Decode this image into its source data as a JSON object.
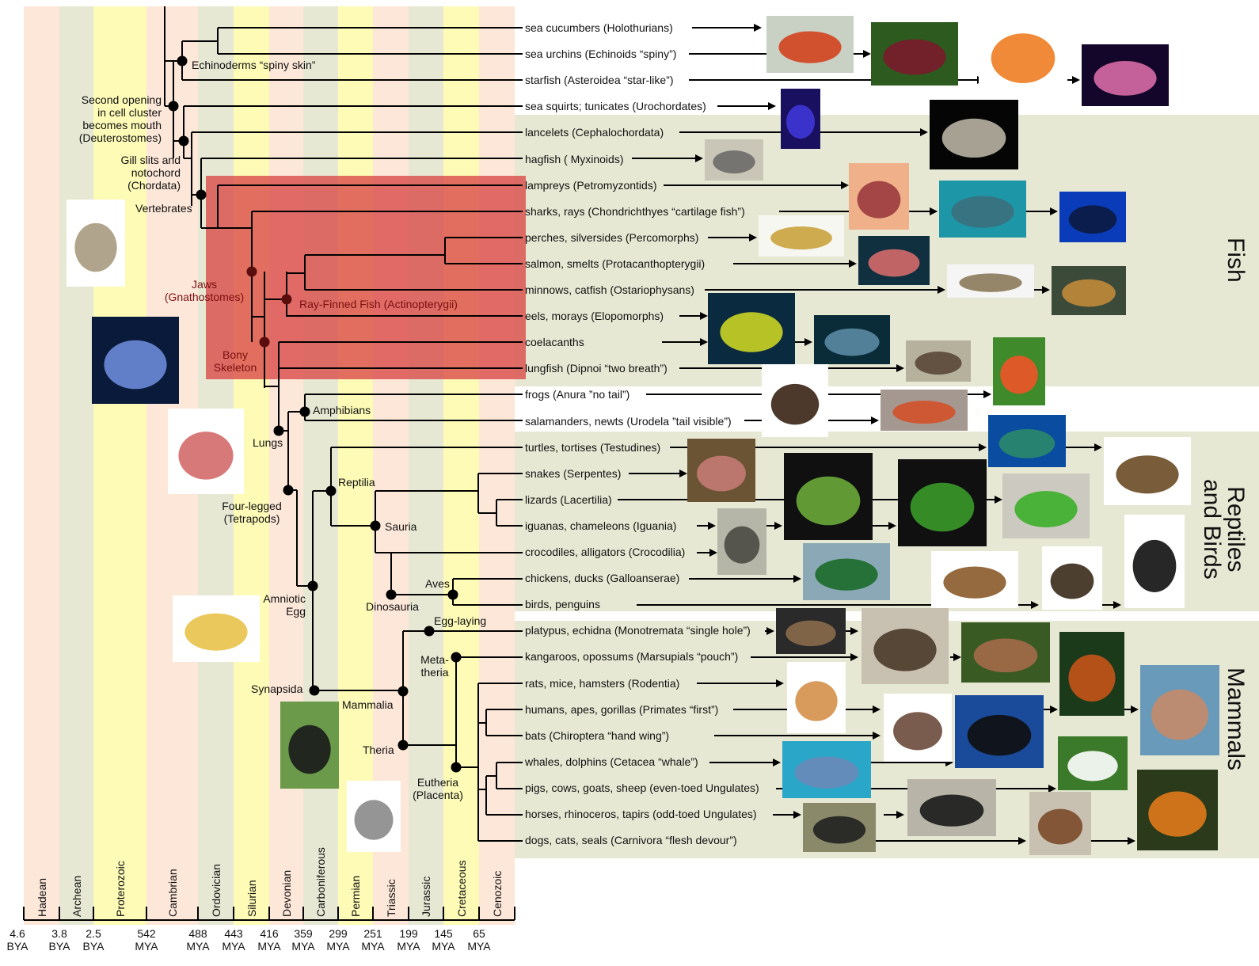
{
  "colors": {
    "band_peach": "#fde7d9",
    "band_sage": "#e6e8d3",
    "band_yellow": "#fdfbb6",
    "highlight": "#d9534f",
    "group_bg": "#e6e8d3",
    "line": "#000000"
  },
  "eras": [
    {
      "name": "Hadean",
      "tick": "4.6",
      "unit": "BYA"
    },
    {
      "name": "Archean",
      "tick": "3.8",
      "unit": "BYA"
    },
    {
      "name": "Proterozoic",
      "tick": "2.5",
      "unit": "BYA"
    },
    {
      "name": "Cambrian",
      "tick": "542",
      "unit": "MYA"
    },
    {
      "name": "Ordovician",
      "tick": "488",
      "unit": "MYA"
    },
    {
      "name": "Silurian",
      "tick": "443",
      "unit": "MYA"
    },
    {
      "name": "Devonian",
      "tick": "416",
      "unit": "MYA"
    },
    {
      "name": "Carboniferous",
      "tick": "359",
      "unit": "MYA"
    },
    {
      "name": "Permian",
      "tick": "299",
      "unit": "MYA"
    },
    {
      "name": "Triassic",
      "tick": "251",
      "unit": "MYA"
    },
    {
      "name": "Jurassic",
      "tick": "199",
      "unit": "MYA"
    },
    {
      "name": "Cretaceous",
      "tick": "145",
      "unit": "MYA"
    },
    {
      "name": "Cenozoic",
      "tick": "65",
      "unit": "MYA"
    }
  ],
  "taxa": [
    "sea cucumbers (Holothurians)",
    "sea urchins (Echinoids “spiny”)",
    "starfish (Asteroidea “star-like”)",
    "sea squirts; tunicates (Urochordates)",
    "lancelets (Cephalochordata)",
    "hagfish ( Myxinoids)",
    "lampreys (Petromyzontids)",
    "sharks, rays (Chondrichthyes “cartilage fish”)",
    "perches, silversides (Percomorphs)",
    "salmon, smelts (Protacanthopterygii)",
    "minnows, catfish (Ostariophysans)",
    "eels, morays (Elopomorphs)",
    "coelacanths",
    "lungfish (Dipnoi “two breath”)",
    "frogs (Anura ”no tail”)",
    "salamanders, newts (Urodela ”tail visible”)",
    "turtles, tortises (Testudines)",
    "snakes (Serpentes)",
    "lizards (Lacertilia)",
    "iguanas, chameleons (Iguania)",
    "crocodiles, alligators (Crocodilia)",
    "chickens, ducks (Galloanserae)",
    "birds, penguins",
    "platypus, echidna (Monotremata “single hole”)",
    "kangaroos, opossums (Marsupials “pouch”)",
    "rats, mice, hamsters (Rodentia)",
    "humans, apes, gorillas (Primates “first”)",
    "bats (Chiroptera “hand wing”)",
    "whales, dolphins (Cetacea “whale”)",
    "pigs, cows, goats, sheep (even-toed Ungulates)",
    "horses, rhinoceros, tapirs (odd-toed Ungulates)",
    "dogs, cats, seals (Carnivora “flesh devour”)"
  ],
  "nodes": {
    "echinoderms": "Echinoderms “spiny skin”",
    "deuterostomes": [
      "Second opening",
      "in cell cluster",
      "becomes mouth",
      "(Deuterostomes)"
    ],
    "chordata": [
      "Gill slits and",
      "notochord",
      "(Chordata)"
    ],
    "vertebrates": "Vertebrates",
    "jaws": [
      "Jaws",
      "(Gnathostomes)"
    ],
    "ray_finned": "Ray-Finned Fish (Actinopterygii)",
    "bony": [
      "Bony",
      "Skeleton"
    ],
    "amphibians": "Amphibians",
    "lungs": "Lungs",
    "tetrapods": [
      "Four-legged",
      "(Tetrapods)"
    ],
    "reptilia": "Reptilia",
    "sauria": "Sauria",
    "aves": "Aves",
    "dinosauria": "Dinosauria",
    "amniotic": [
      "Amniotic",
      "Egg"
    ],
    "egg_laying": "Egg-laying",
    "metatheria": [
      "Meta-",
      "theria"
    ],
    "synapsida": "Synapsida",
    "mammalia": "Mammalia",
    "theria": "Theria",
    "eutheria": [
      "Eutheria",
      "(Placenta)"
    ]
  },
  "groups": {
    "fish": "Fish",
    "reptiles": [
      "Reptiles",
      "and Birds"
    ],
    "mammals": "Mammals"
  }
}
